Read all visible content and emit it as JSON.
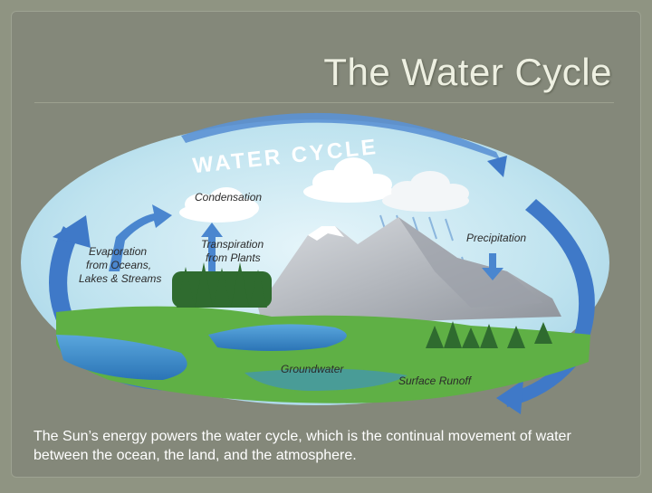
{
  "slide": {
    "title": "The Water Cycle",
    "caption": "The Sun’s energy powers the water cycle, which is the continual movement of water between the ocean, the land, and the atmosphere."
  },
  "diagram": {
    "banner": "WATER CYCLE",
    "labels": {
      "condensation": "Condensation",
      "evaporation": [
        "Evaporation",
        "from Oceans,",
        "Lakes & Streams"
      ],
      "transpiration": [
        "Transpiration",
        "from Plants"
      ],
      "precipitation": "Precipitation",
      "groundwater": "Groundwater",
      "surface_runoff": "Surface Runoff"
    },
    "colors": {
      "sky": "#bfe3ef",
      "arrow": "#3f79c8",
      "mountain": "#b8bcc4",
      "grass": "#5fb045",
      "water": "#3b8fcf",
      "forest": "#2f6b2f"
    }
  }
}
